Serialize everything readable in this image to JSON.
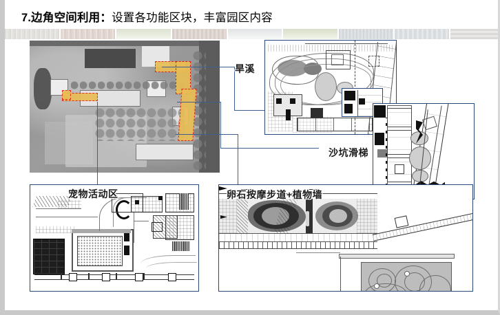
{
  "slide": {
    "title_number": "7.",
    "title_bold": "边角空间利用：",
    "title_rest": "设置各功能区块，丰富园区内容",
    "accent_color": "#25477a",
    "highlight_fill": "#e8bd55",
    "highlight_outline": "#e01b1b",
    "connector_color": "#3c5f8f"
  },
  "thumbnail_strip": {
    "name": "reference-photo-strip",
    "count": 9,
    "items": [
      {
        "id": "thumb-1"
      },
      {
        "id": "thumb-2"
      },
      {
        "id": "thumb-3"
      },
      {
        "id": "thumb-4"
      },
      {
        "id": "thumb-5"
      },
      {
        "id": "thumb-6"
      },
      {
        "id": "thumb-7"
      },
      {
        "id": "thumb-8"
      },
      {
        "id": "thumb-9"
      }
    ]
  },
  "masterplan": {
    "name": "site-masterplan-aerial",
    "description": "grayscale landscape masterplan with highlighted corner zones"
  },
  "callouts": [
    {
      "key": "dry_creek",
      "label": "旱溪",
      "panel": "dry-creek-plan"
    },
    {
      "key": "sand_slide",
      "label": "沙坑滑梯",
      "panel": "sandpit-slide-plan"
    },
    {
      "key": "pet_area",
      "label": "宠物活动区",
      "panel": "pet-area-plan"
    },
    {
      "key": "cobble_path",
      "label": "卵石按摩步道+植物墙",
      "panel": "cobble-path-elevation"
    }
  ]
}
